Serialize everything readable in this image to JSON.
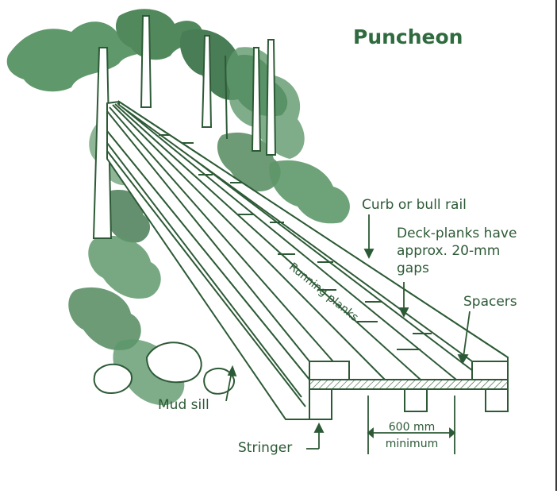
{
  "title": "Puncheon",
  "labels": {
    "curb": "Curb or bull rail",
    "deck_line1": "Deck-planks have",
    "deck_line2": "approx. 20-mm",
    "deck_line3": "gaps",
    "spacers": "Spacers",
    "running": "Running planks",
    "mud_sill": "Mud sill",
    "stringer": "Stringer",
    "dim_line1": "600 mm",
    "dim_line2": "minimum"
  },
  "colors": {
    "ink": "#2d5a36",
    "foliage": "#3f7d4c",
    "title": "#2f6b3f"
  }
}
